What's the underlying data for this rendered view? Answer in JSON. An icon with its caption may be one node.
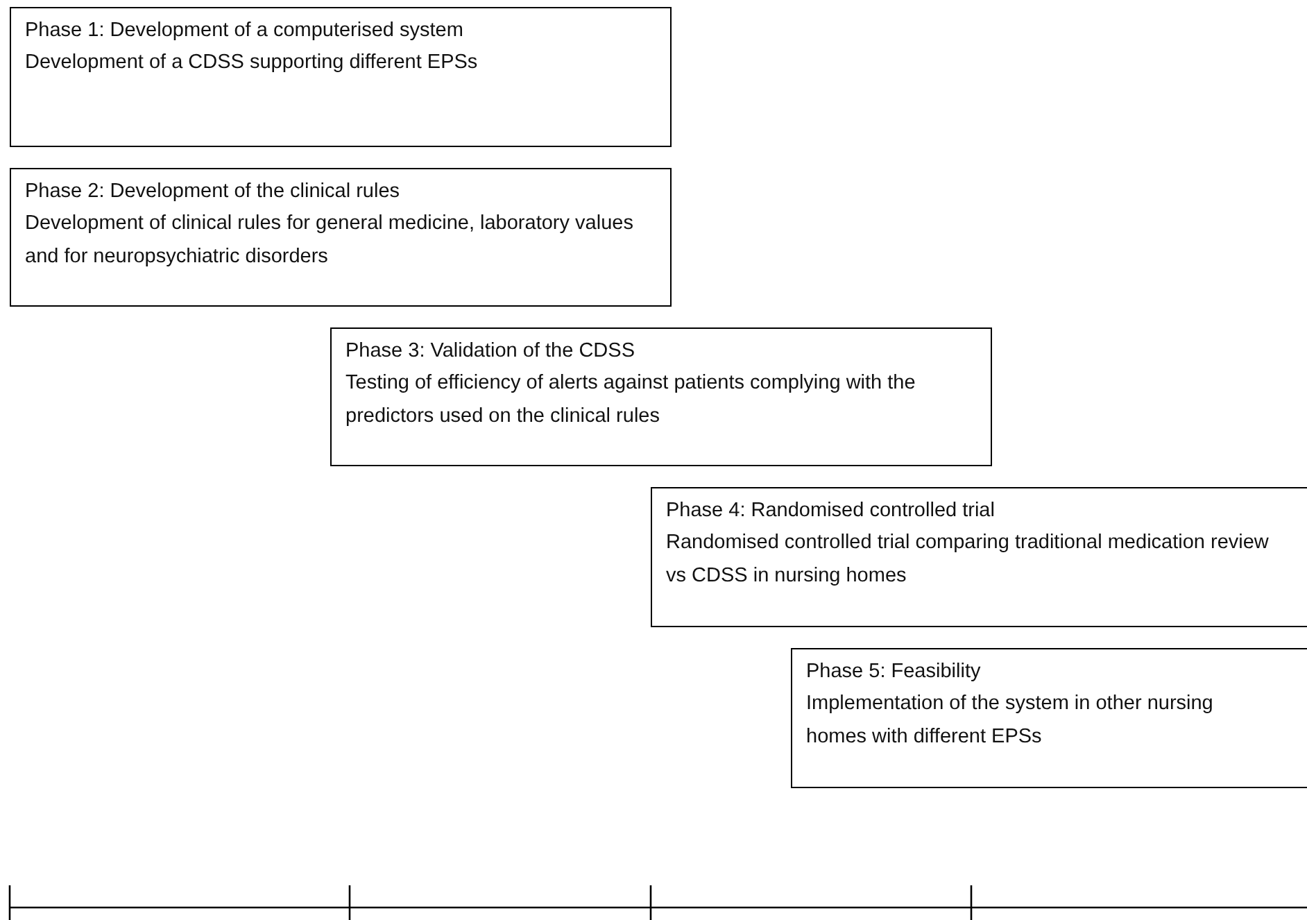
{
  "diagram": {
    "nodes": [
      {
        "text": [
          "Phase 1: Development of a computerised system",
          "Development of a CDSS supporting different EPSs"
        ]
      },
      {
        "text": [
          "Phase 2: Development of the clinical rules",
          "Development of clinical rules for general medicine, laboratory values and for neuropsychiatric disorders"
        ]
      },
      {
        "text": [
          "Phase 3: Validation of the CDSS",
          "Testing of efficiency of alerts against patients complying with the predictors used on the clinical rules"
        ]
      },
      {
        "text": [
          "Phase 4: Randomised controlled trial",
          "Randomised controlled trial comparing traditional medication review vs CDSS in nursing homes"
        ]
      },
      {
        "text": [
          "Phase 5: Feasibility",
          "Implementation of the system in other nursing homes with different EPSs"
        ]
      }
    ]
  }
}
